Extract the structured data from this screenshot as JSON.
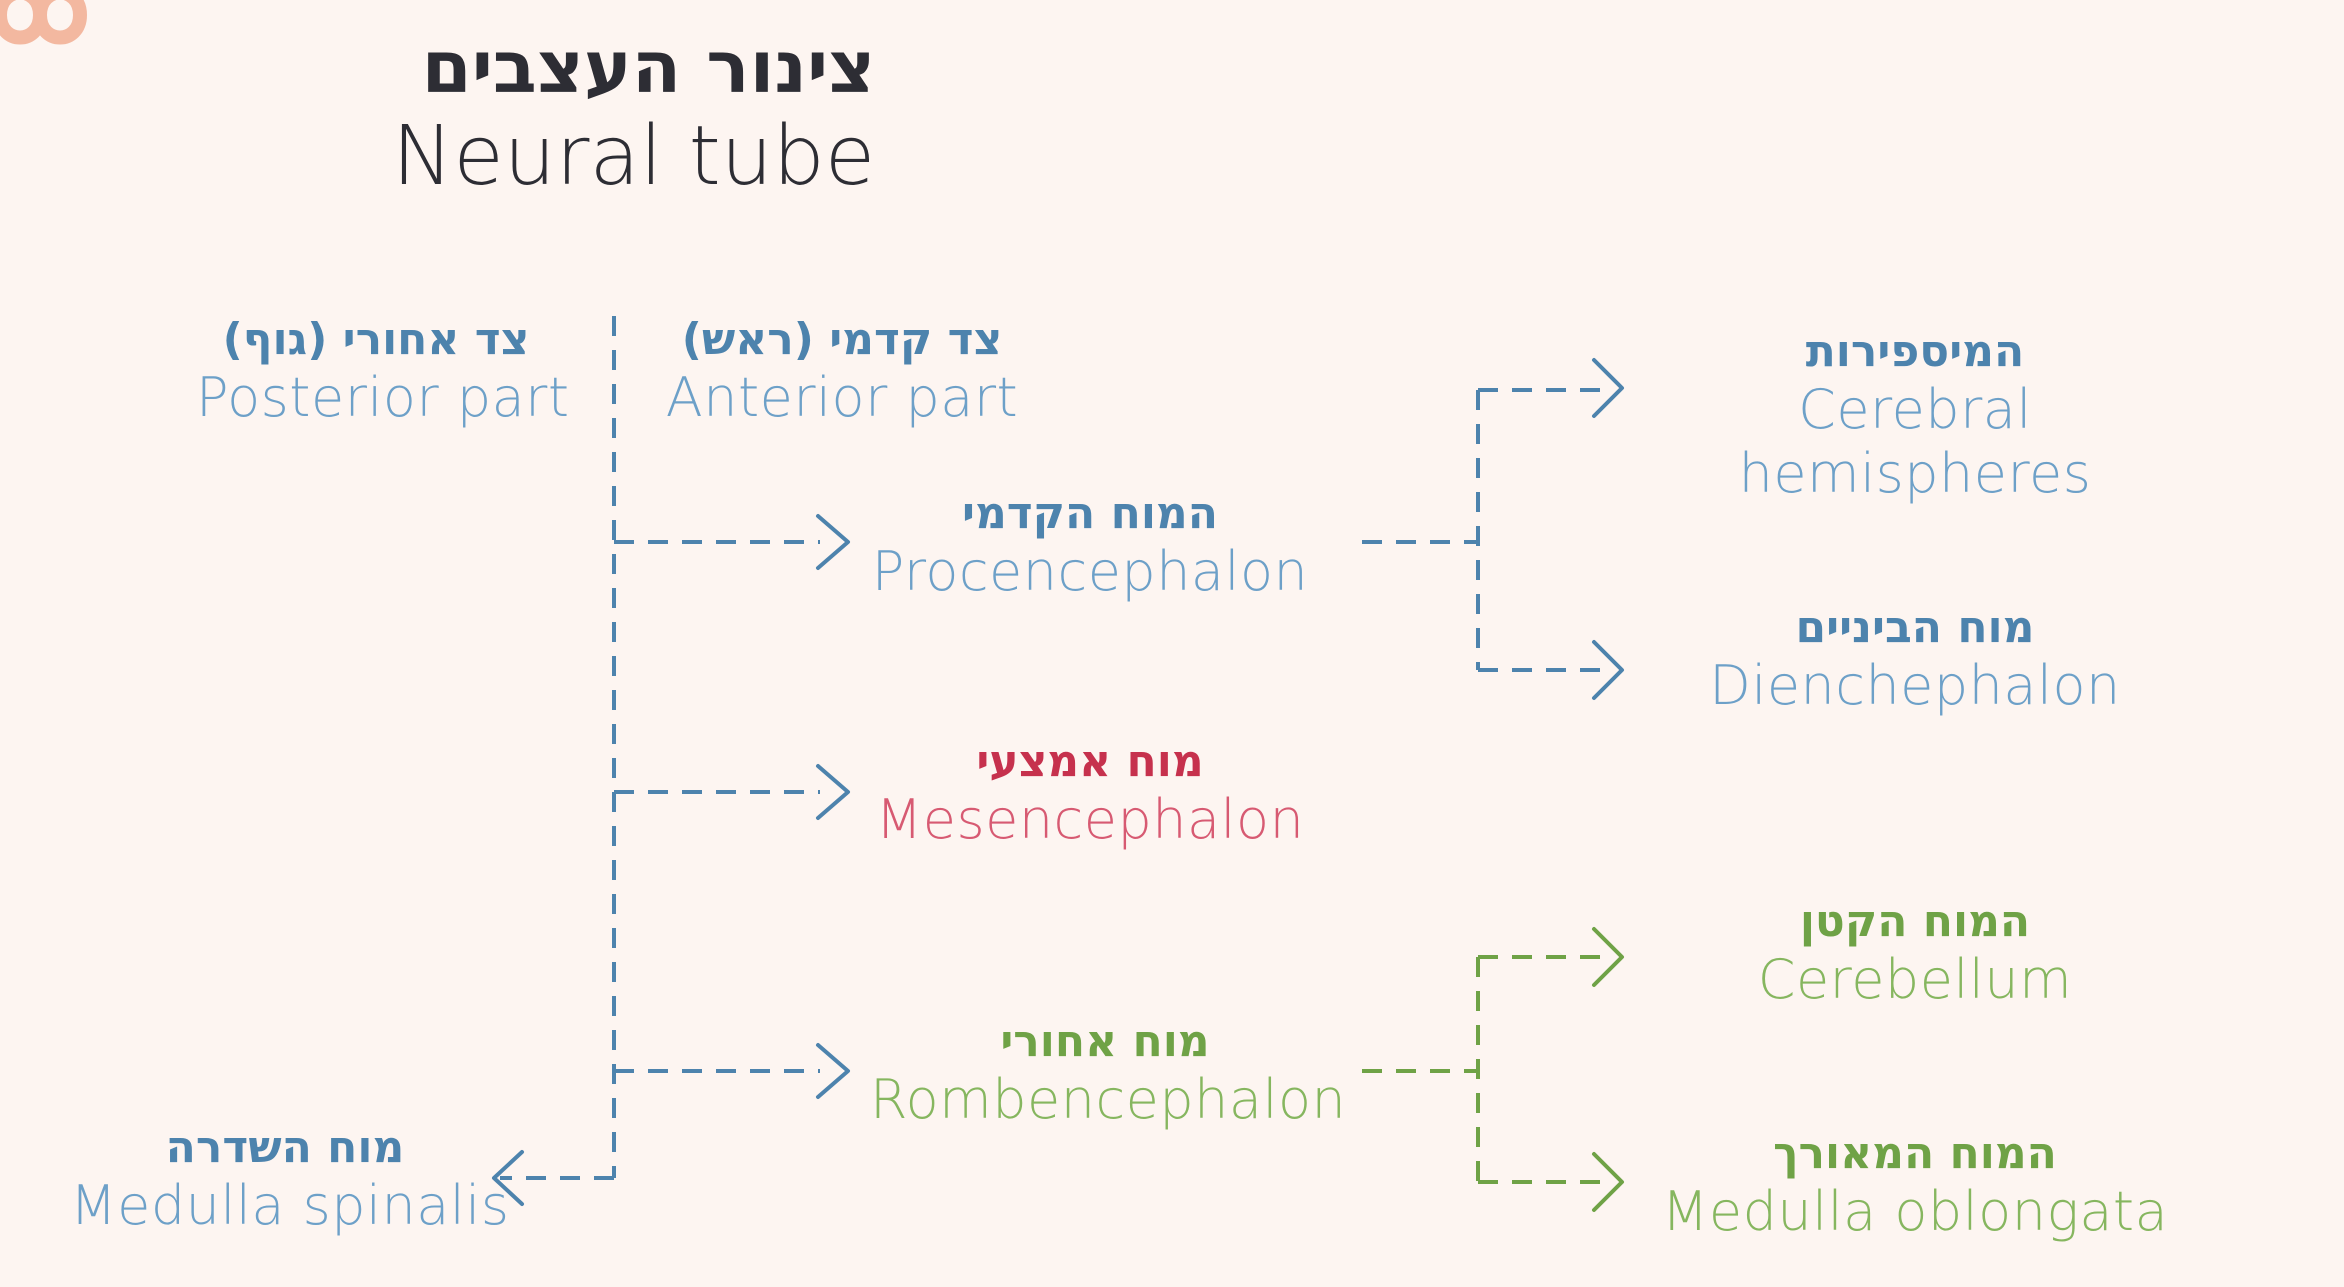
{
  "title": {
    "he": "צינור העצבים",
    "en": "Neural tube"
  },
  "colors": {
    "background": "#fdf5f1",
    "blue": "#4d83ad",
    "blue_light": "#6da0c8",
    "red": "#c6314d",
    "green": "#6fa246",
    "title": "#2d2d34",
    "logo": "#f3b8a0"
  },
  "nodes": {
    "posterior": {
      "he": "צד אחורי (גוף)",
      "en": "Posterior part"
    },
    "anterior": {
      "he": "צד קדמי (ראש)",
      "en": "Anterior part"
    },
    "procencephalon": {
      "he": "המוח הקדמי",
      "en": "Procencephalon"
    },
    "mesencephalon": {
      "he": "מוח אמצעי",
      "en": "Mesencephalon"
    },
    "rombencephalon": {
      "he": "מוח אחורי",
      "en": "Rombencephalon"
    },
    "medulla_spinalis": {
      "he": "מוח השדרה",
      "en": "Medulla spinalis"
    },
    "cerebral": {
      "he": "המיספירות",
      "en1": "Cerebral",
      "en2": "hemispheres"
    },
    "diencephalon": {
      "he": "מוח הביניים",
      "en": "Dienchephalon"
    },
    "cerebellum": {
      "he": "המוח הקטן",
      "en": "Cerebellum"
    },
    "medulla_oblongata": {
      "he": "המוח המאורך",
      "en": "Medulla oblongata"
    }
  }
}
